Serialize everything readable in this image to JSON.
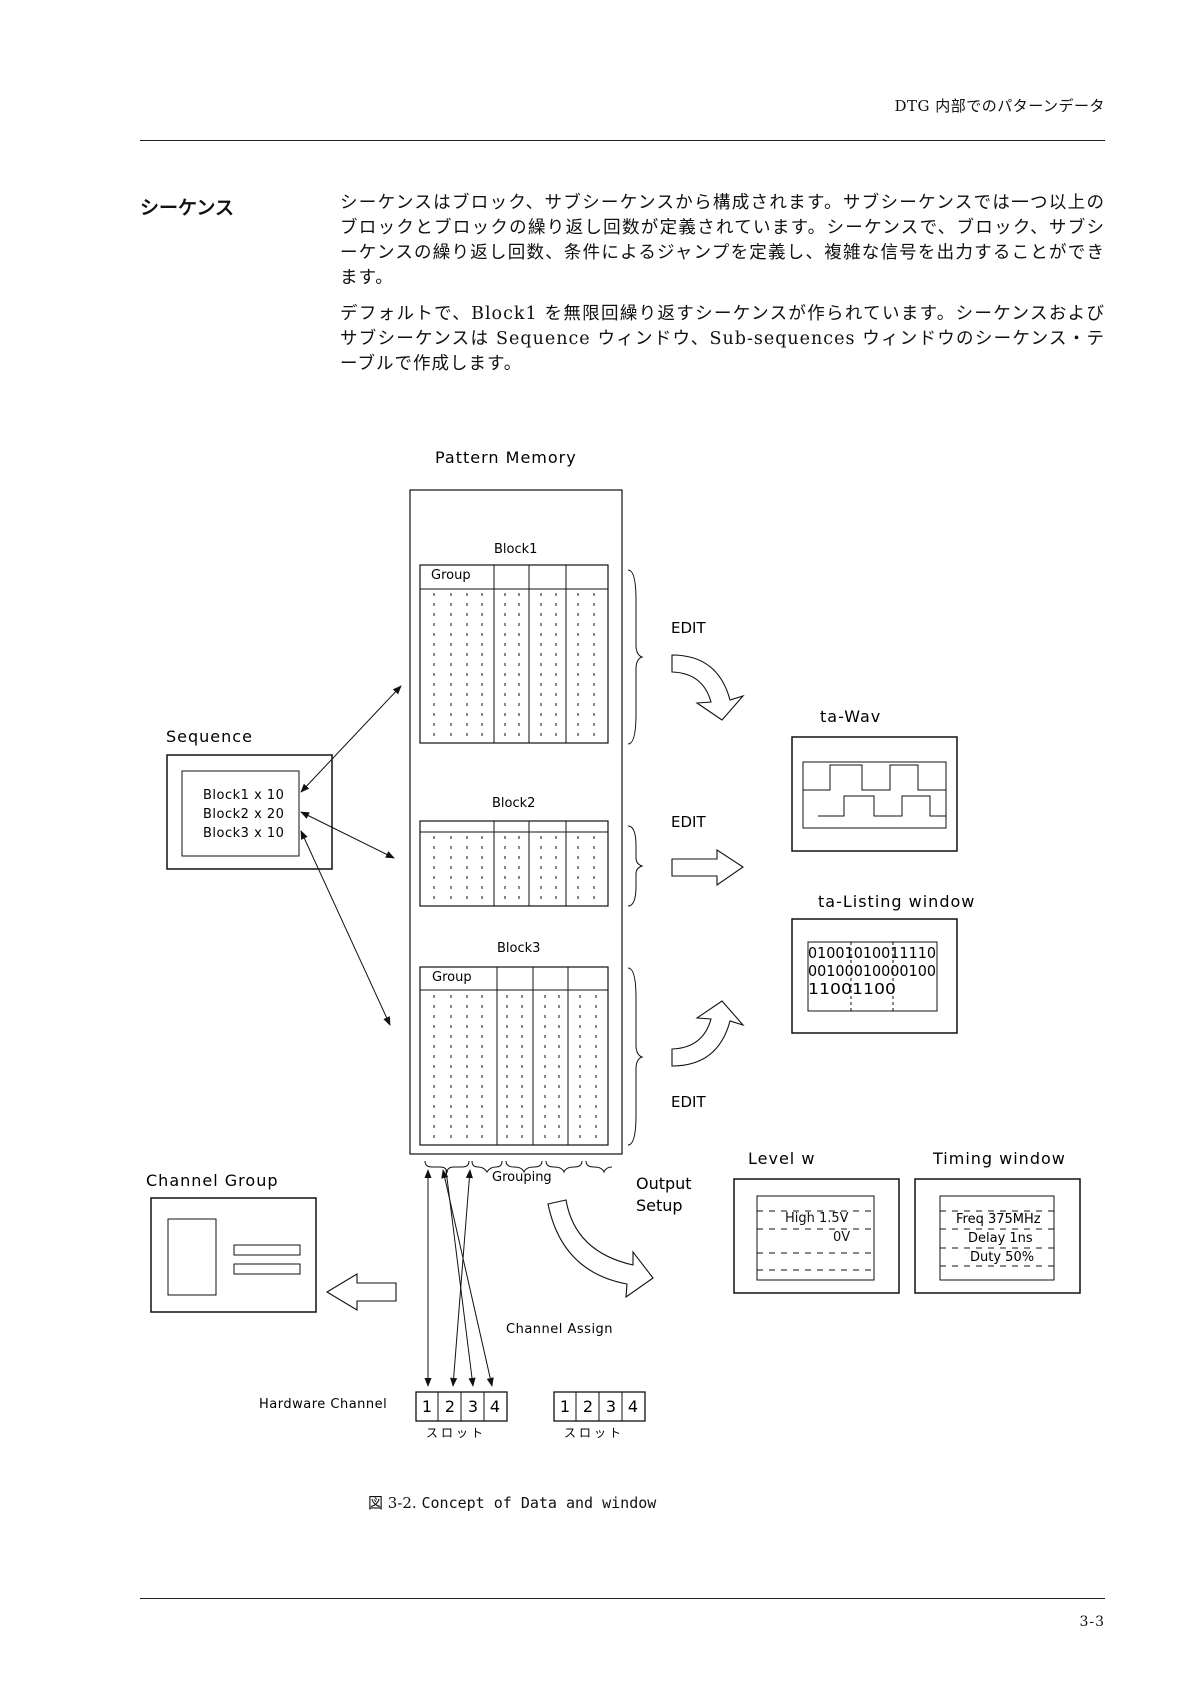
{
  "header": {
    "title": "DTG 内部でのパターンデータ"
  },
  "section": {
    "title": "シーケンス",
    "paragraph1": "シーケンスはブロック、サブシーケンスから構成されます。サブシーケンスでは一つ以上のブロックとブロックの繰り返し回数が定義されています。シーケンスで、ブロック、サブシーケンスの繰り返し回数、条件によるジャンプを定義し、複雑な信号を出力することができます。",
    "paragraph2": "デフォルトで、Block1 を無限回繰り返すシーケンスが作られています。シーケンスおよびサブシーケンスは Sequence ウィンドウ、Sub-sequences ウィンドウのシーケンス・テーブルで作成します。"
  },
  "figure": {
    "pattern_memory": "Pattern Memory",
    "block1": "Block1",
    "block2": "Block2",
    "block3": "Block3",
    "group": "Group",
    "edit": "EDIT",
    "sequence": "Sequence",
    "seq_items": [
      "Block1 x 10",
      "Block2 x 20",
      "Block3 x 10"
    ],
    "waveform_title": "ta-Wav",
    "listing_title": "ta-Listing window",
    "listing_lines": [
      "01001010011110",
      "00100010000100",
      "11001100"
    ],
    "channel_group": "Channel Group",
    "grouping": "Grouping",
    "output_setup": [
      "Output",
      "Setup"
    ],
    "level_title": "Level w",
    "level_high": "High 1.5V",
    "level_low": "0V",
    "timing_title": "Timing window",
    "timing_lines": [
      "Freq 375MHz",
      "Delay 1ns",
      "Duty 50%"
    ],
    "channel_assign": "Channel Assign",
    "hardware_channel": "Hardware Channel",
    "slot_numbers": [
      "1",
      "2",
      "3",
      "4"
    ],
    "slot": "スロット"
  },
  "caption": {
    "prefix": "図 3-2.",
    "text": "Concept of Data and window"
  },
  "page_number": "3-3"
}
